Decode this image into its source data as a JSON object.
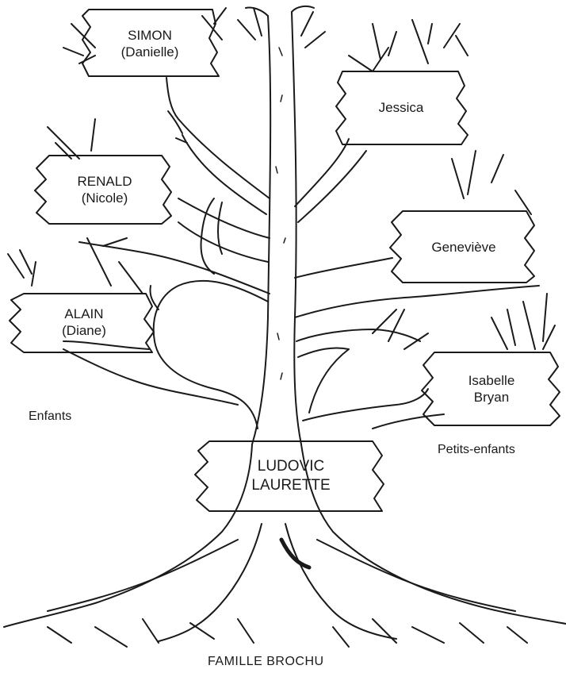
{
  "signs": {
    "simon": {
      "line1": "SIMON",
      "line2": "(Danielle)"
    },
    "jessica": {
      "line1": "Jessica"
    },
    "renald": {
      "line1": "RENALD",
      "line2": "(Nicole)"
    },
    "genevieve": {
      "line1": "Geneviève"
    },
    "alain": {
      "line1": "ALAIN",
      "line2": "(Diane)"
    },
    "isabelle": {
      "line1": "Isabelle",
      "line2": "Bryan"
    },
    "ludovic": {
      "line1": "LUDOVIC",
      "line2": "LAURETTE"
    }
  },
  "labels": {
    "enfants": "Enfants",
    "petits_enfants": "Petits-enfants",
    "famille": "FAMILLE BROCHU"
  },
  "colors": {
    "ink": "#1a1a1a",
    "paper": "#ffffff"
  }
}
